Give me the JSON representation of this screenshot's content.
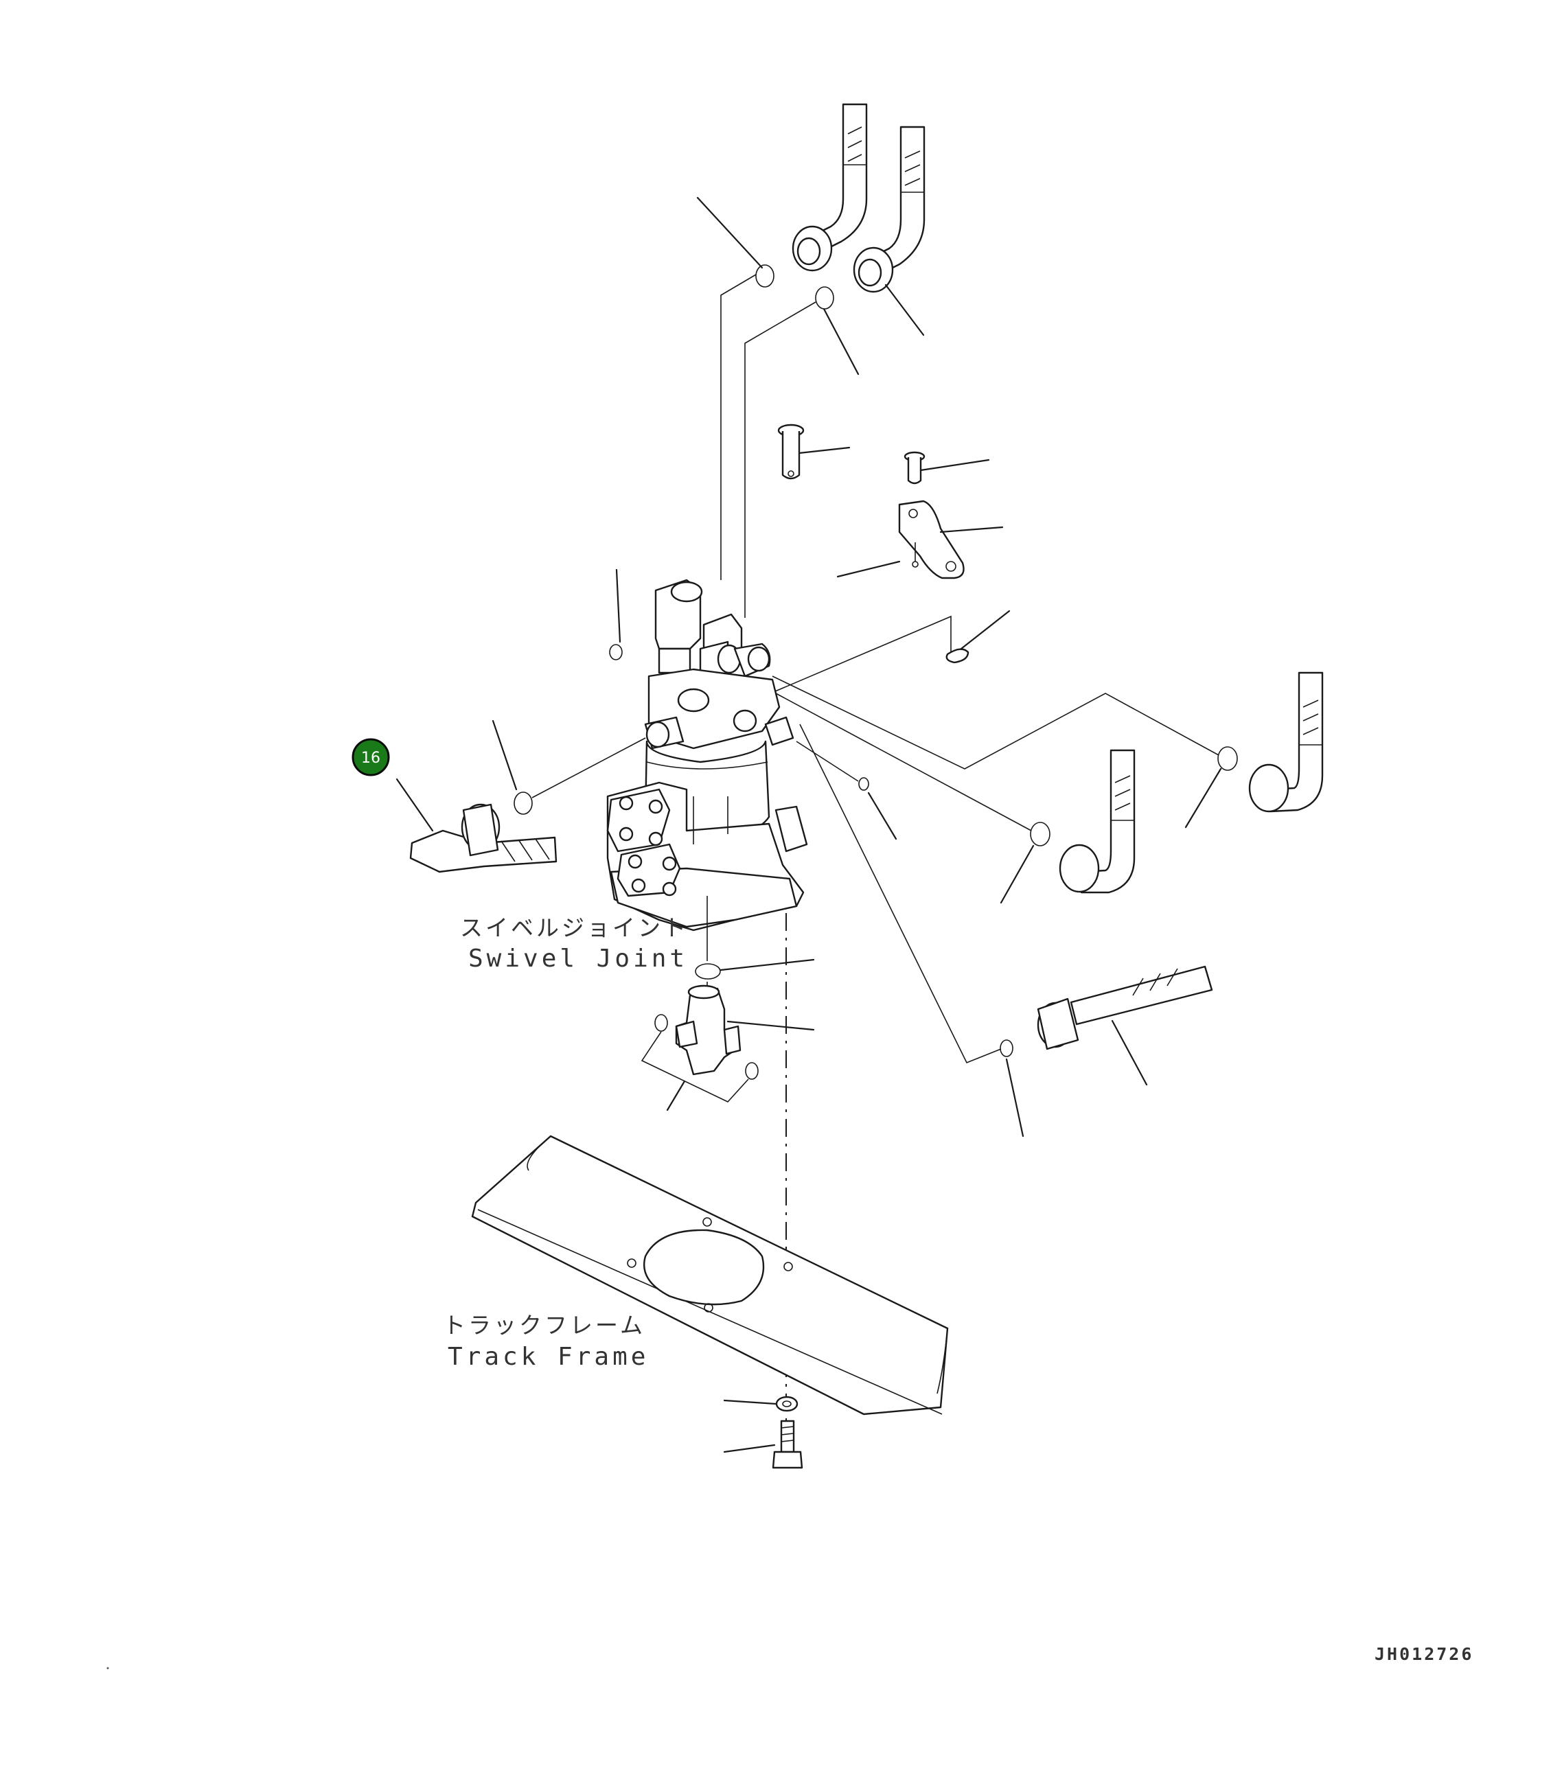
{
  "labels": {
    "swivel_joint_jp": "スイベルジョイント",
    "swivel_joint_en": "Swivel Joint",
    "track_frame_jp": "トラックフレーム",
    "track_frame_en": "Track Frame",
    "drawing_number": "JH012726"
  },
  "callouts": [
    {
      "number": "16",
      "color": "#1a7a1a"
    }
  ]
}
